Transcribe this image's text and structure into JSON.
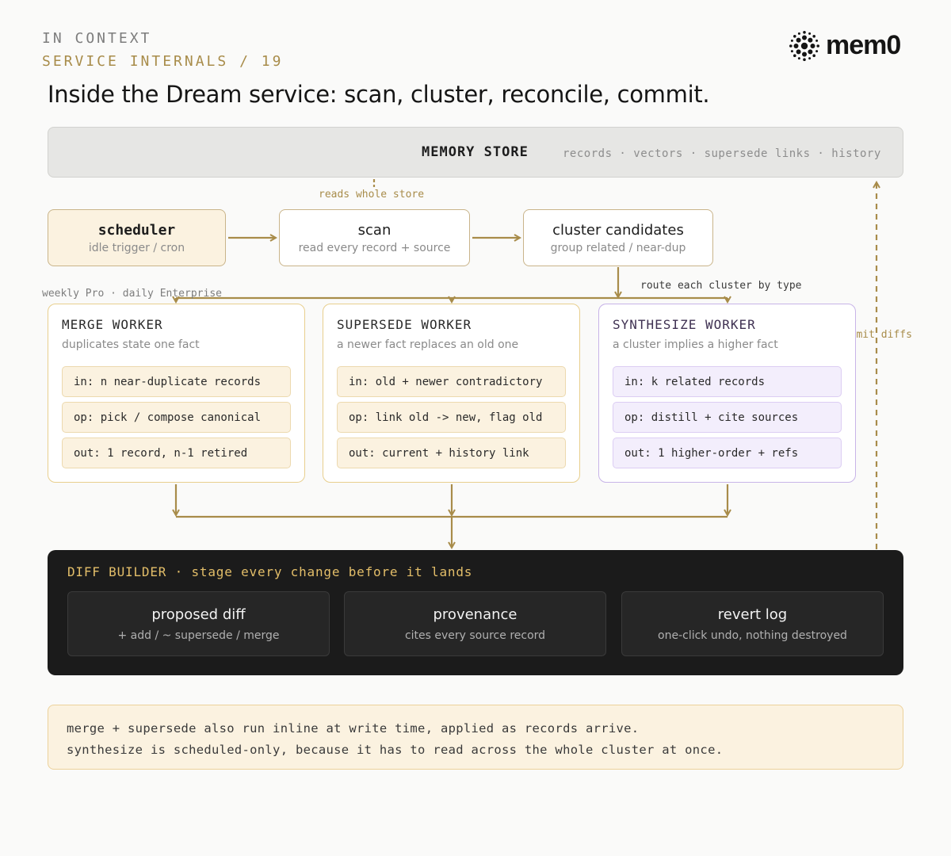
{
  "header": {
    "eyebrow": "IN CONTEXT",
    "section": "SERVICE INTERNALS / 19",
    "logo_text": "mem0",
    "title": "Inside the Dream service: scan, cluster, reconcile, commit."
  },
  "store": {
    "label": "MEMORY STORE",
    "meta": "records · vectors · supersede links · history"
  },
  "annotations": {
    "reads": "reads whole store",
    "schedule": "weekly Pro · daily Enterprise",
    "route": "route each cluster by type",
    "commit": "commit diffs"
  },
  "pipeline": [
    {
      "title": "scheduler",
      "sub": "idle trigger / cron"
    },
    {
      "title": "scan",
      "sub": "read every record + source"
    },
    {
      "title": "cluster candidates",
      "sub": "group related / near-dup"
    }
  ],
  "workers": [
    {
      "title": "MERGE WORKER",
      "sub": "duplicates state one fact",
      "rows": [
        "in: n near-duplicate records",
        "op: pick / compose canonical",
        "out: 1 record, n-1 retired"
      ]
    },
    {
      "title": "SUPERSEDE WORKER",
      "sub": "a newer fact replaces an old one",
      "rows": [
        "in: old + newer contradictory",
        "op: link old -> new, flag old",
        "out: current + history link"
      ]
    },
    {
      "title": "SYNTHESIZE WORKER",
      "sub": "a cluster implies a higher fact",
      "rows": [
        "in: k related records",
        "op: distill + cite sources",
        "out: 1 higher-order + refs"
      ]
    }
  ],
  "diff_builder": {
    "title": "DIFF BUILDER · stage every change before it lands",
    "cards": [
      {
        "title": "proposed diff",
        "sub": "+ add / ~ supersede / merge"
      },
      {
        "title": "provenance",
        "sub": "cites every source record"
      },
      {
        "title": "revert log",
        "sub": "one-click undo, nothing destroyed"
      }
    ]
  },
  "note": {
    "line1": "merge + supersede also run inline at write time, applied as records arrive.",
    "line2": "synthesize is scheduled-only, because it has to read across the whole cluster at once."
  },
  "colors": {
    "accent": "#a88c4a",
    "cream": "#fbf2e0",
    "purple": "#c8b4e8",
    "dark": "#1b1b1b",
    "gold_text": "#e3be69"
  }
}
